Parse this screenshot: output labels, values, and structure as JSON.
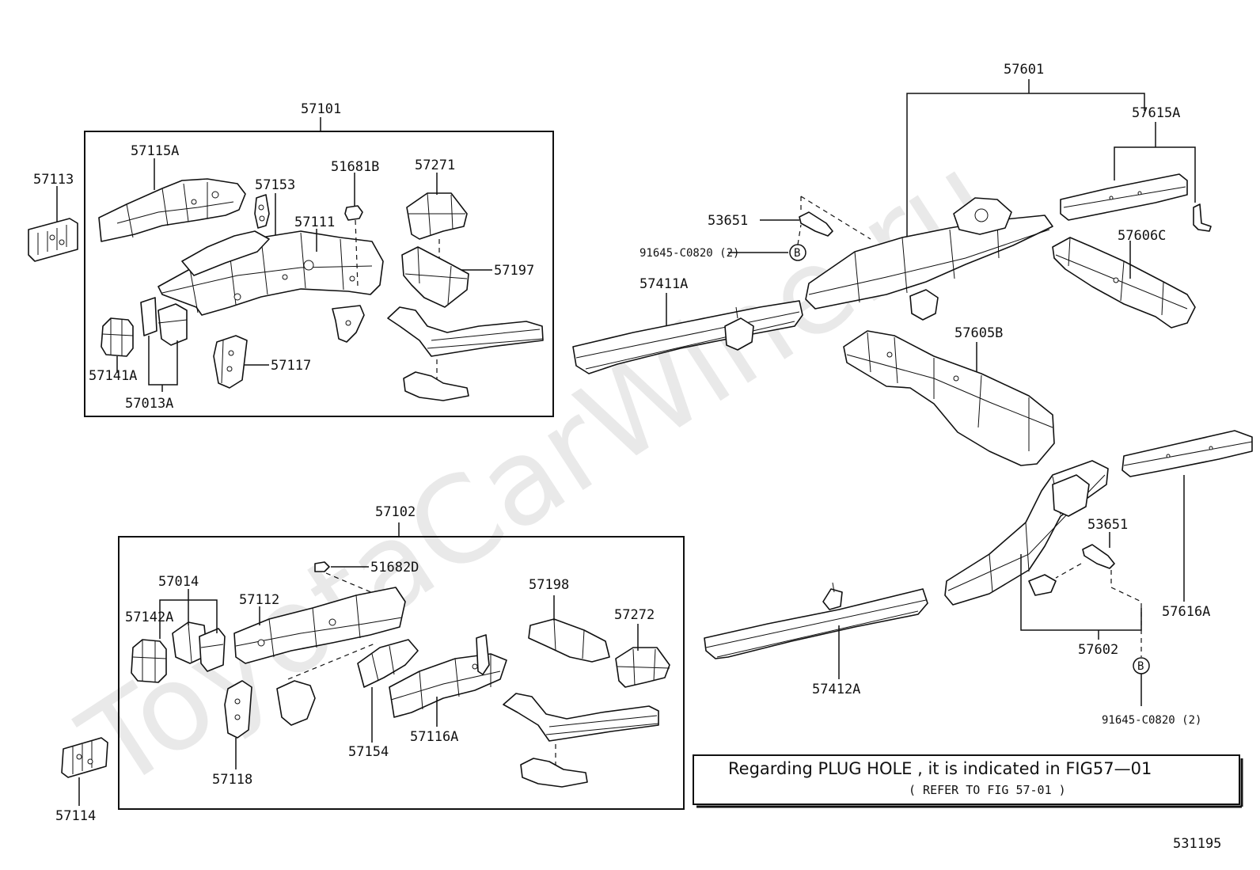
{
  "watermark": "ToyotaCarWine.ru",
  "figure_id": "531195",
  "group_labels": {
    "g57101": "57101",
    "g57102": "57102",
    "g57601": "57601",
    "g57602": "57602"
  },
  "parts": {
    "p57113": "57113",
    "p57115A": "57115A",
    "p57153": "57153",
    "p51681B": "51681B",
    "p57271": "57271",
    "p57111": "57111",
    "p57197": "57197",
    "p57141A": "57141A",
    "p57013A": "57013A",
    "p57117": "57117",
    "p57014": "57014",
    "p57142A": "57142A",
    "p57112": "57112",
    "p51682D": "51682D",
    "p57198": "57198",
    "p57272": "57272",
    "p57154": "57154",
    "p57116A": "57116A",
    "p57118": "57118",
    "p57114": "57114",
    "p57615A": "57615A",
    "p53651a": "53651",
    "p91645a": "91645-C0820 (2)",
    "p57606C": "57606C",
    "p57411A": "57411A",
    "p57605B": "57605B",
    "p53651b": "53651",
    "p57616A": "57616A",
    "p57412A": "57412A",
    "p91645b": "91645-C0820 (2)"
  },
  "callout_letter": "B",
  "note": {
    "main": "Regarding PLUG HOLE , it is indicated in FIG57—01",
    "sub": "( REFER TO FIG 57-01 )"
  }
}
